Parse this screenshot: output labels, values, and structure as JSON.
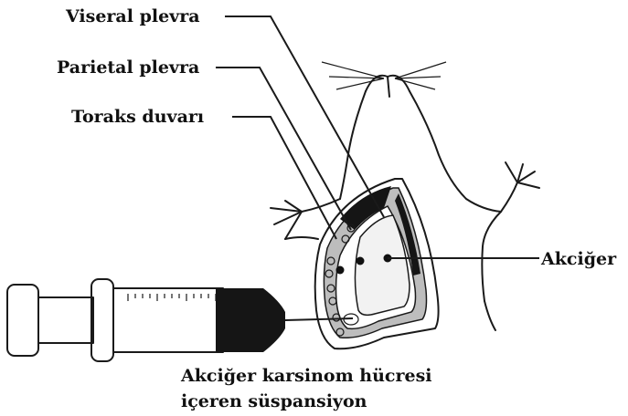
{
  "labels": {
    "visceral_pleura": "Viseral plevra",
    "parietal_pleura": "Parietal plevra",
    "thoracic_wall": "Toraks duvarı",
    "lung": "Akciğer",
    "suspension_line1": "Akciğer karsinom hücresi",
    "suspension_line2": "içeren süspansiyon"
  },
  "colors": {
    "ink": "#1a1a1a",
    "background": "#ffffff",
    "fill_dark": "#151515",
    "fill_gray": "#bdbdbd"
  },
  "icons": [
    "mouse-illustration",
    "syringe-illustration"
  ]
}
